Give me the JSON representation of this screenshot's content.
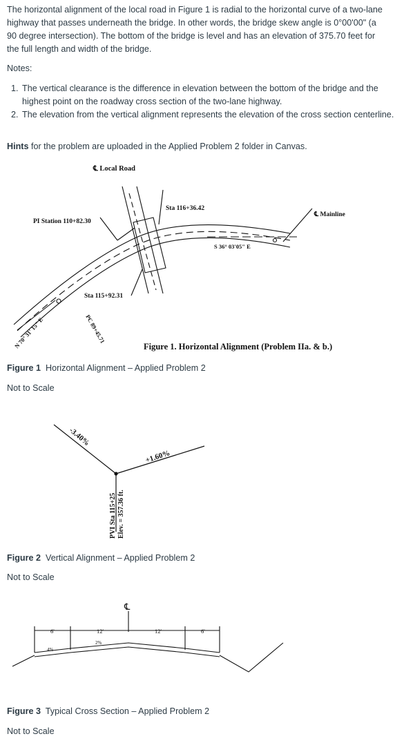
{
  "intro": "The horizontal alignment of the local road in Figure 1 is radial to the horizontal curve of a two-lane highway that passes underneath the bridge. In other words, the bridge skew angle is 0°00'00\" (a 90 degree intersection).  The bottom of the bridge is level and has an elevation of 375.70 feet for the full length and width of the bridge.",
  "notes_label": "Notes:",
  "notes": [
    "The vertical clearance is the difference in elevation between the bottom of the bridge and the highest point on the roadway cross section of the two-lane highway.",
    "The elevation from the vertical alignment represents the elevation of the cross section centerline."
  ],
  "hints": {
    "bold": "Hints",
    "rest": " for the problem are uploaded in the Applied Problem 2 folder in Canvas."
  },
  "figure1": {
    "local_road": "℄ Local Road",
    "pi_station": "PI Station 110+82.30",
    "sta_top": "Sta 116+36.42",
    "mainline": "℄ Mainline",
    "bearing_right": "S 36° 03'05\" E",
    "sta_mid": "Sta 115+92.31",
    "bearing_left": "N 70° 31' 15\" E",
    "pc": "PC 89+45.71",
    "title": "Figure 1.  Horizontal Alignment (Problem IIa. & b.)",
    "caption_num": "Figure 1",
    "caption_text": "Horizontal Alignment – Applied Problem 2",
    "not_to_scale": "Not to Scale"
  },
  "figure2": {
    "grade_left": "-3.40%",
    "grade_right": "+1.60%",
    "pvi_sta": "PVI Sta 115+25",
    "pvi_elev": "Elev. = 357.36 ft.",
    "caption_num": "Figure 2",
    "caption_text": "Vertical Alignment – Applied Problem 2",
    "not_to_scale": "Not to Scale"
  },
  "figure3": {
    "centerline": "℄",
    "lane_left": "12'",
    "lane_right": "12'",
    "shoulder_left": "6'",
    "shoulder_right": "6'",
    "slope_lane": "2%",
    "slope_shoulder": "4%",
    "caption_num": "Figure 3",
    "caption_text": "Typical Cross Section – Applied Problem 2",
    "not_to_scale": "Not to Scale"
  }
}
